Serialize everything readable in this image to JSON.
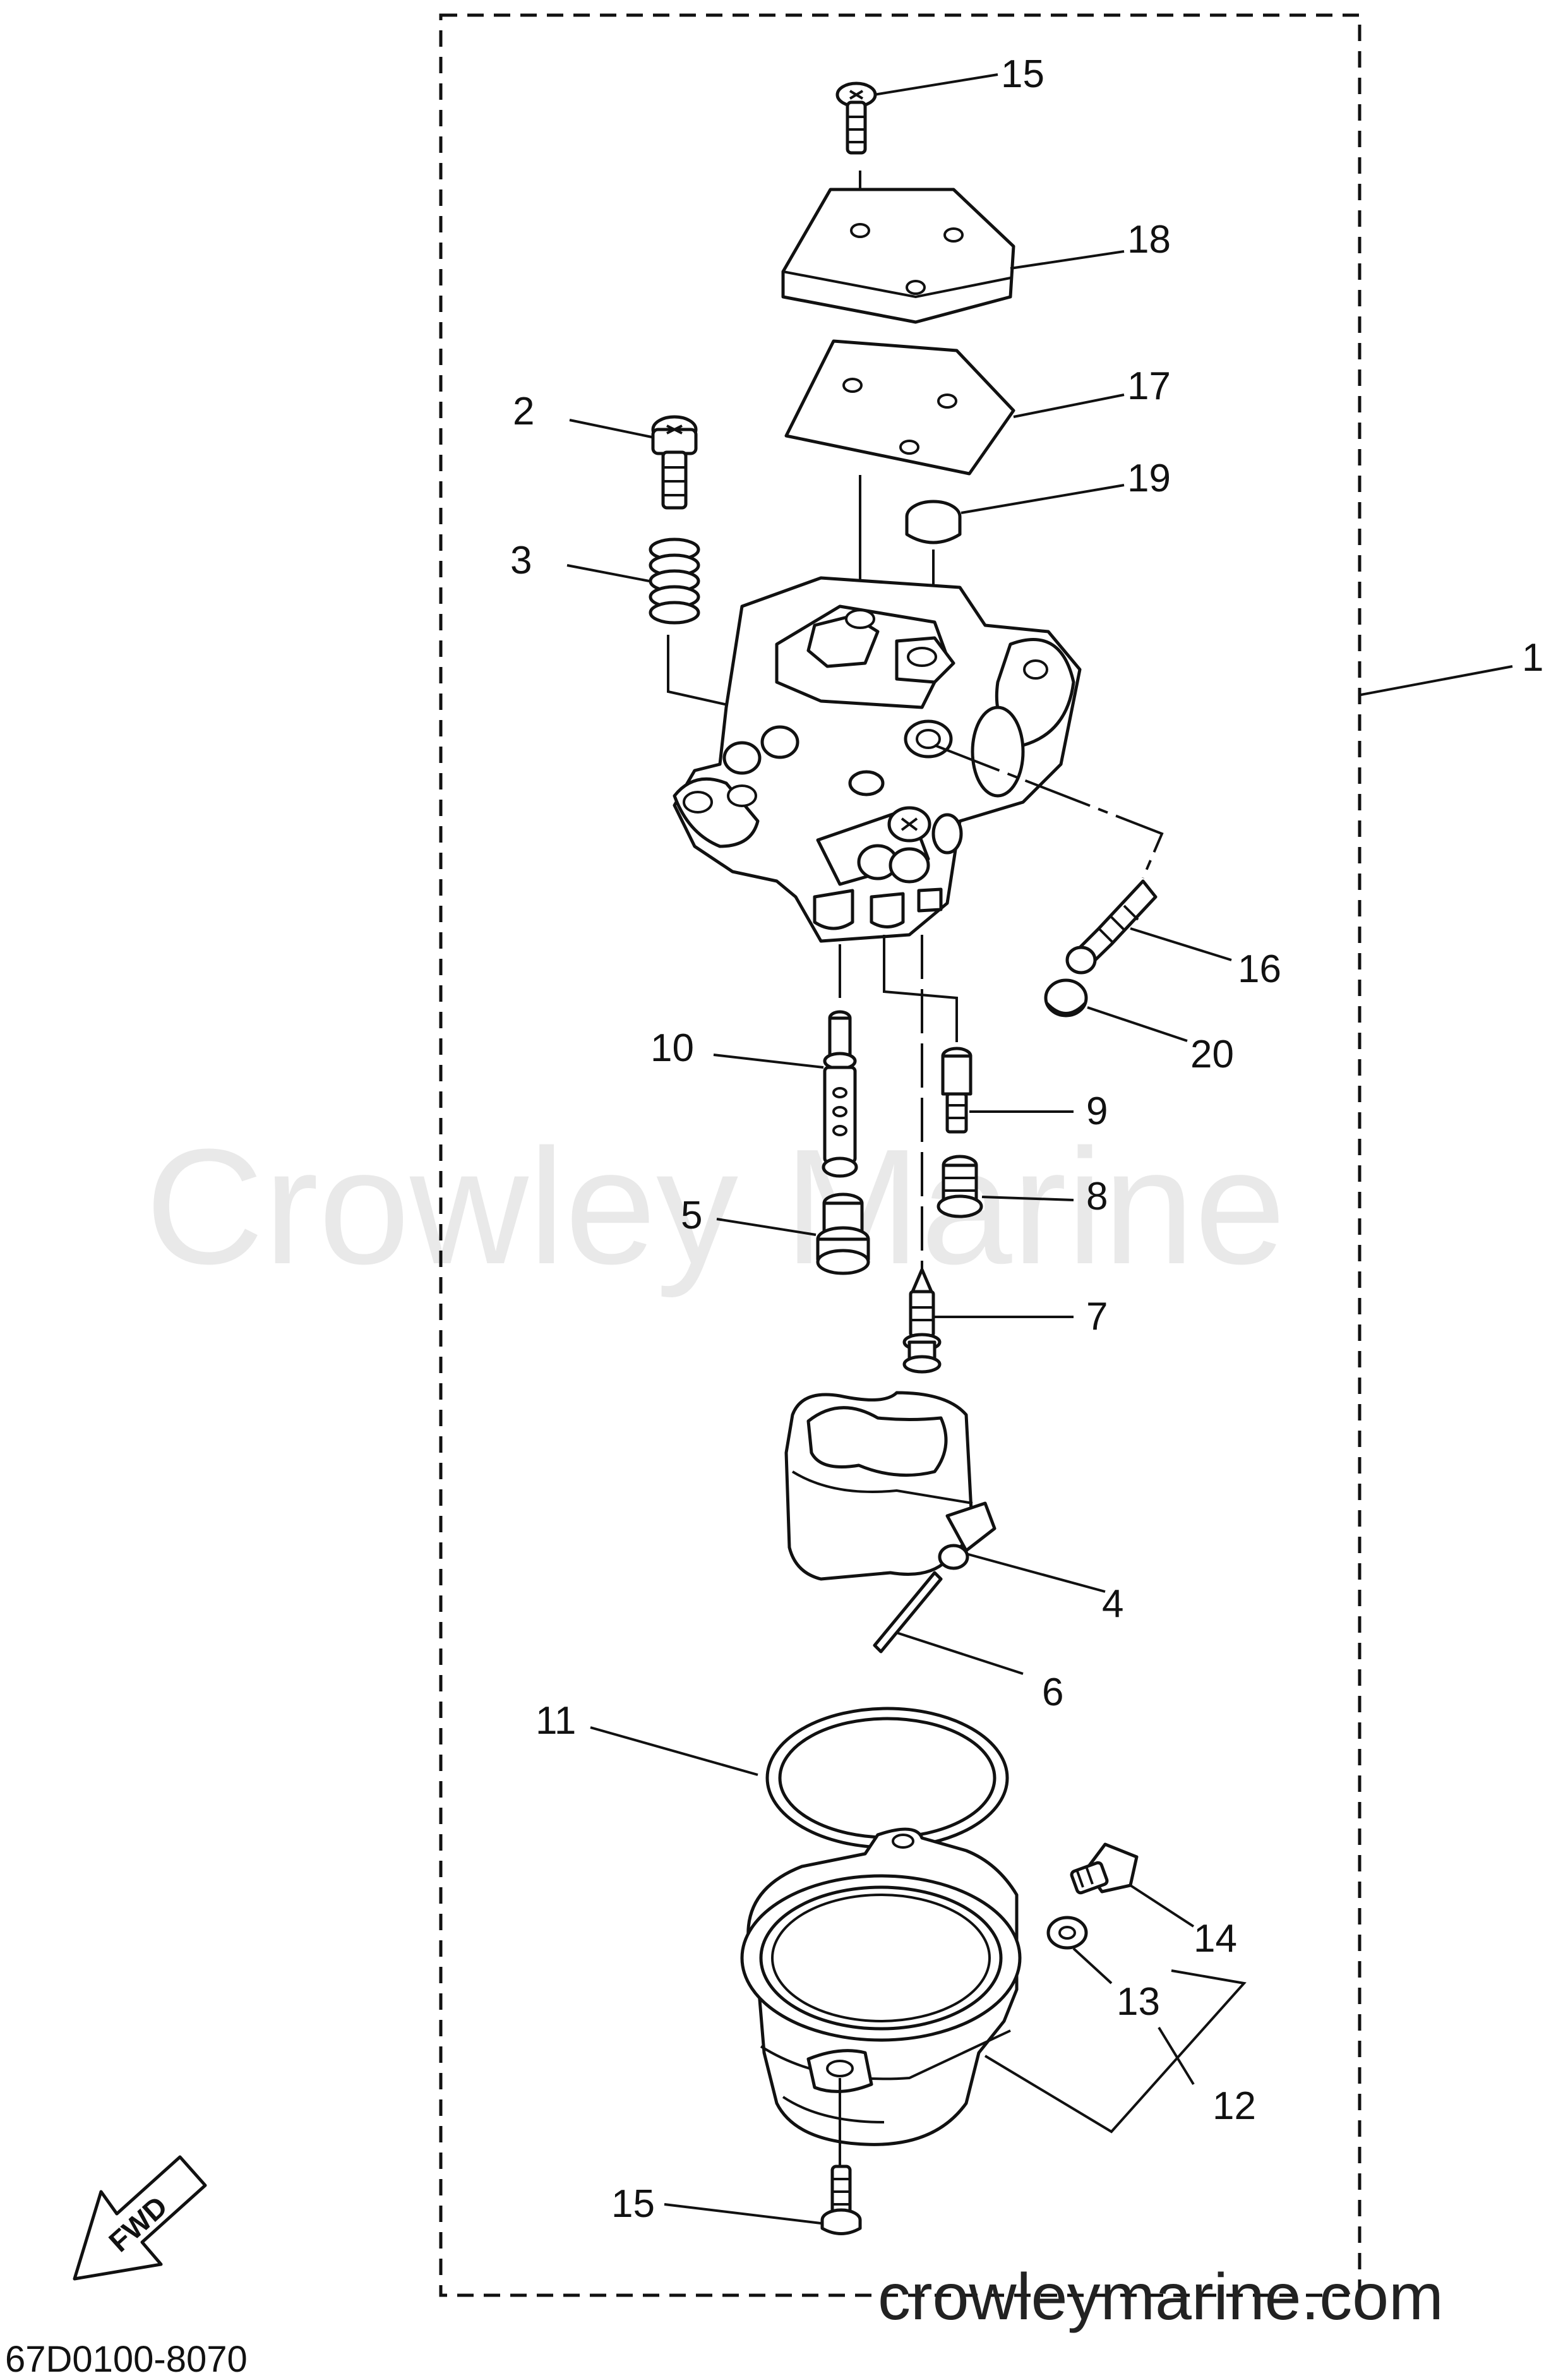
{
  "watermark": "Crowley Marine",
  "website": "crowleymarine.com",
  "diagram_code": "67D0100-8070",
  "fwd_label": "FWD",
  "callouts": {
    "c1": "1",
    "c2": "2",
    "c3": "3",
    "c4": "4",
    "c5": "5",
    "c6": "6",
    "c7": "7",
    "c8": "8",
    "c9": "9",
    "c10": "10",
    "c11": "11",
    "c12": "12",
    "c13": "13",
    "c14": "14",
    "c15_top": "15",
    "c15_bottom": "15",
    "c16": "16",
    "c17": "17",
    "c18": "18",
    "c19": "19",
    "c20": "20"
  }
}
